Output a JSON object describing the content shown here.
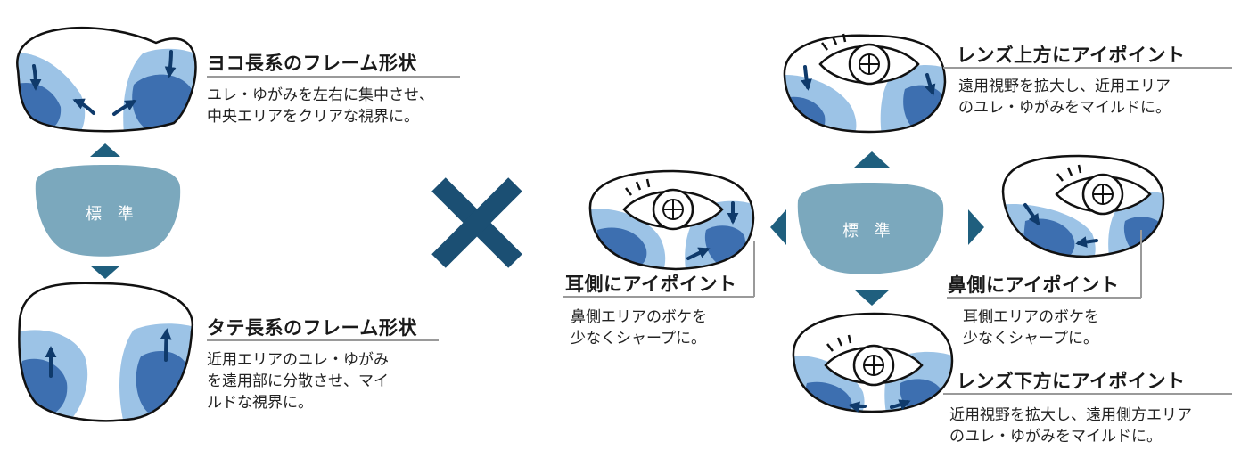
{
  "left": {
    "center_label": "標 準",
    "top": {
      "title": "ヨコ長系のフレーム形状",
      "desc": [
        "ユレ・ゆがみを左右に集中させ、",
        "中央エリアをクリアな視界に。"
      ]
    },
    "bottom": {
      "title": "タテ長系のフレーム形状",
      "desc": [
        "近用エリアのユレ・ゆがみ",
        "を遠用部に分散させ、マイ",
        "ルドな視界に。"
      ]
    }
  },
  "multiply_symbol": "×",
  "right": {
    "center_label": "標 準",
    "up": {
      "title": "レンズ上方にアイポイント",
      "desc": [
        "遠用視野を拡大し、近用エリア",
        "のユレ・ゆがみをマイルドに。"
      ]
    },
    "left": {
      "title": "耳側にアイポイント",
      "desc": [
        "鼻側エリアのボケを",
        "少なくシャープに。"
      ]
    },
    "right": {
      "title": "鼻側にアイポイント",
      "desc": [
        "耳側エリアのボケを",
        "少なくシャープに。"
      ]
    },
    "down": {
      "title": "レンズ下方にアイポイント",
      "desc": [
        "近用視野を拡大し、遠用側方エリア",
        "のユレ・ゆがみをマイルドに。"
      ]
    }
  },
  "colors": {
    "lens_light": "#9cc3e6",
    "lens_dark": "#3d6fb0",
    "arrow_navy": "#0f3a6b",
    "standard_fill": "#7ba8bd",
    "triangle_teal": "#1f5f7e",
    "multiply": "#1b4f73",
    "rule_gray": "#9a9a9a"
  }
}
